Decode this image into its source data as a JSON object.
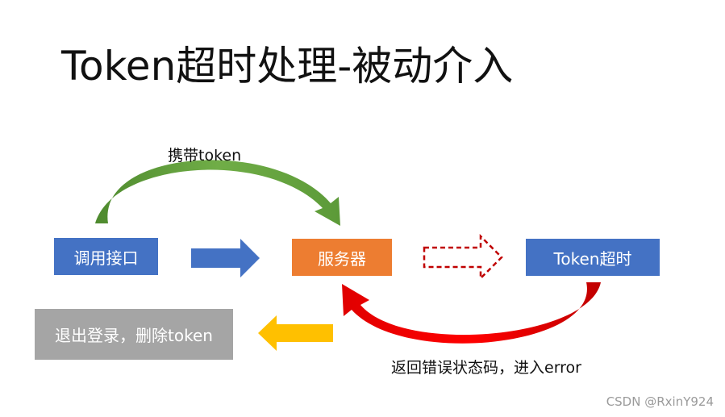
{
  "title": "Token超时处理-被动介入",
  "nodes": {
    "call_api": "调用接口",
    "server": "服务器",
    "token_timeout": "Token超时",
    "logout": "退出登录，删除token"
  },
  "edge_labels": {
    "carry_token": "携带token",
    "return_error": "返回错误状态码，进入error"
  },
  "watermark": "CSDN @RxinY924",
  "colors": {
    "blue_box": "#4472c4",
    "orange_box": "#ed7d31",
    "gray_box": "#a5a5a5",
    "green_arrow": "#70ad47",
    "red_arrow": "#e00000",
    "dashed_arrow": "#c00000",
    "yellow_arrow": "#ffc000"
  }
}
